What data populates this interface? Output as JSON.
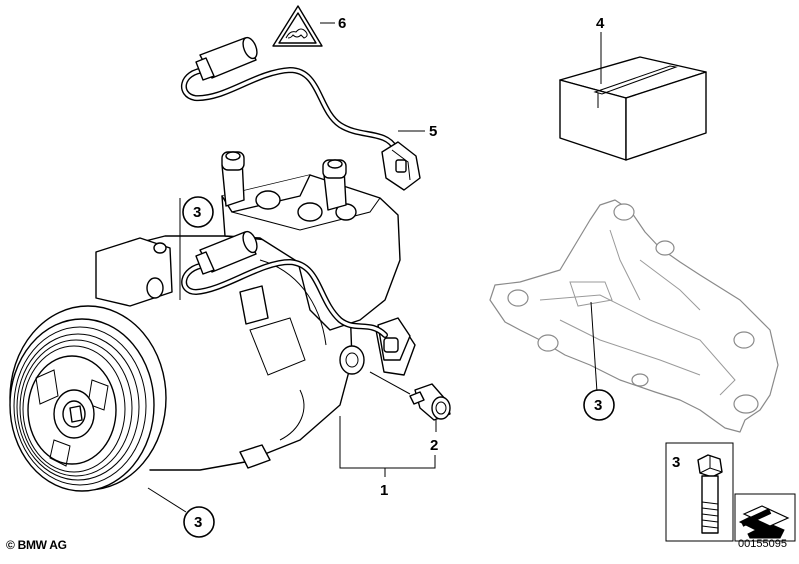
{
  "callouts": {
    "c1": "1",
    "c2": "2",
    "c3_upper": "3",
    "c3_lower": "3",
    "c3_bracket": "3",
    "c3_bolt": "3",
    "c4": "4",
    "c5": "5",
    "c6": "6"
  },
  "footer": {
    "copyright": "© BMW AG",
    "diagram_id": "00155095"
  }
}
